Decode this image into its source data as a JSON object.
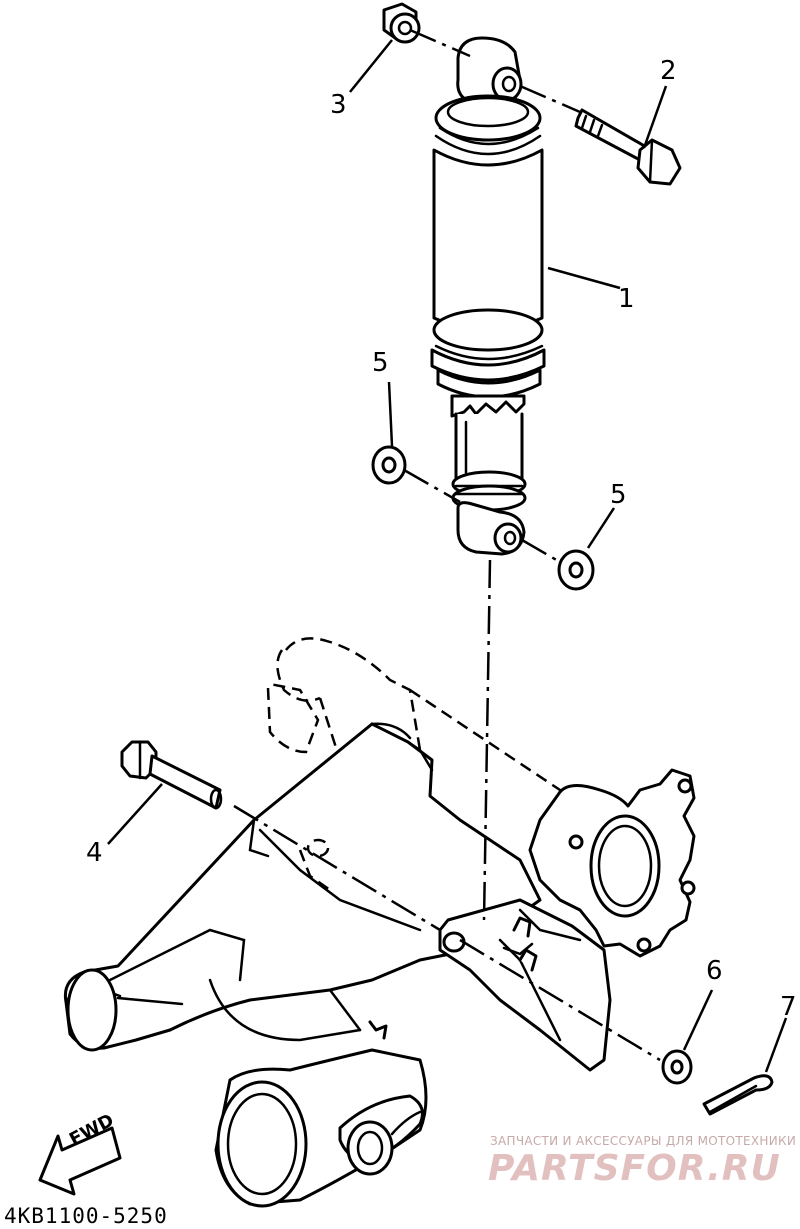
{
  "diagram": {
    "document_code": "4KB1100-5250",
    "direction_label": "FWD",
    "callouts": [
      {
        "id": "callout-1",
        "label": "1"
      },
      {
        "id": "callout-2",
        "label": "2"
      },
      {
        "id": "callout-3",
        "label": "3"
      },
      {
        "id": "callout-4",
        "label": "4"
      },
      {
        "id": "callout-5a",
        "label": "5"
      },
      {
        "id": "callout-5b",
        "label": "5"
      },
      {
        "id": "callout-6",
        "label": "6"
      },
      {
        "id": "callout-7",
        "label": "7"
      }
    ]
  },
  "watermark": {
    "tagline": "ЗАПЧАСТИ И АКСЕССУАРЫ ДЛЯ МОТОТЕХНИКИ",
    "logo_text": "PARTSFOR.RU",
    "color": "#e2c0c0"
  }
}
